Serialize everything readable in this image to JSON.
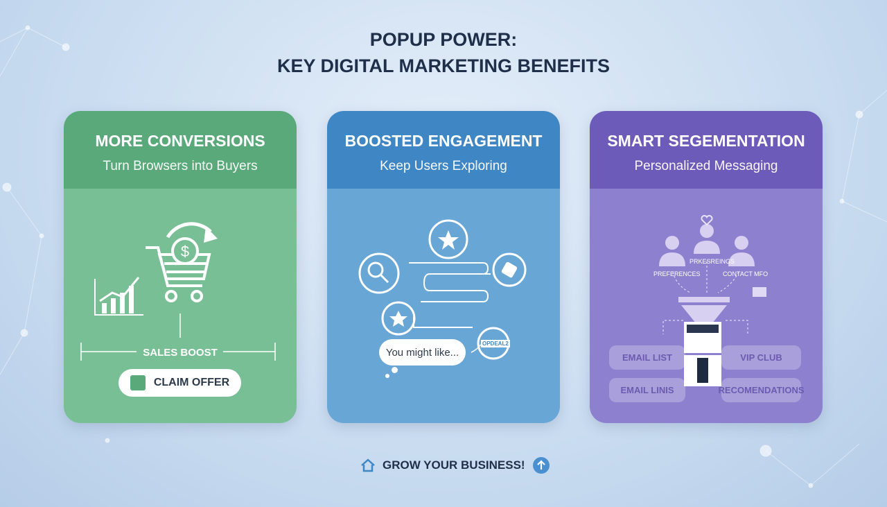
{
  "title": {
    "line1": "POPUP POWER:",
    "line2": "KEY DIGITAL MARKETING BENEFITS"
  },
  "cards": [
    {
      "heading": "MORE CONVERSIONS",
      "subheading": "Turn Browsers into Buyers",
      "color": "#5aa97a",
      "body_color": "#79bf96",
      "label": "SALES BOOST",
      "button": "CLAIM OFFER"
    },
    {
      "heading": "BOOSTED ENGAGEMENT",
      "subheading": "Keep Users Exploring",
      "color": "#3f86c4",
      "body_color": "#68a6d6",
      "tag": "OPDEAL2",
      "bubble": "You might like..."
    },
    {
      "heading": "SMART SEGEMENTATION",
      "subheading": "Personalized Messaging",
      "color": "#6c5bb8",
      "body_color": "#8d80cf",
      "labels": [
        "PREFERENCES",
        "PRKESREINGS",
        "CONTACT MFO"
      ],
      "pills": [
        "EMAIL LIST",
        "VIP CLUB",
        "EMAIL LINIS",
        "RECOMENDATIONS"
      ]
    }
  ],
  "footer": {
    "text": "GROW YOUR BUSINESS!"
  }
}
